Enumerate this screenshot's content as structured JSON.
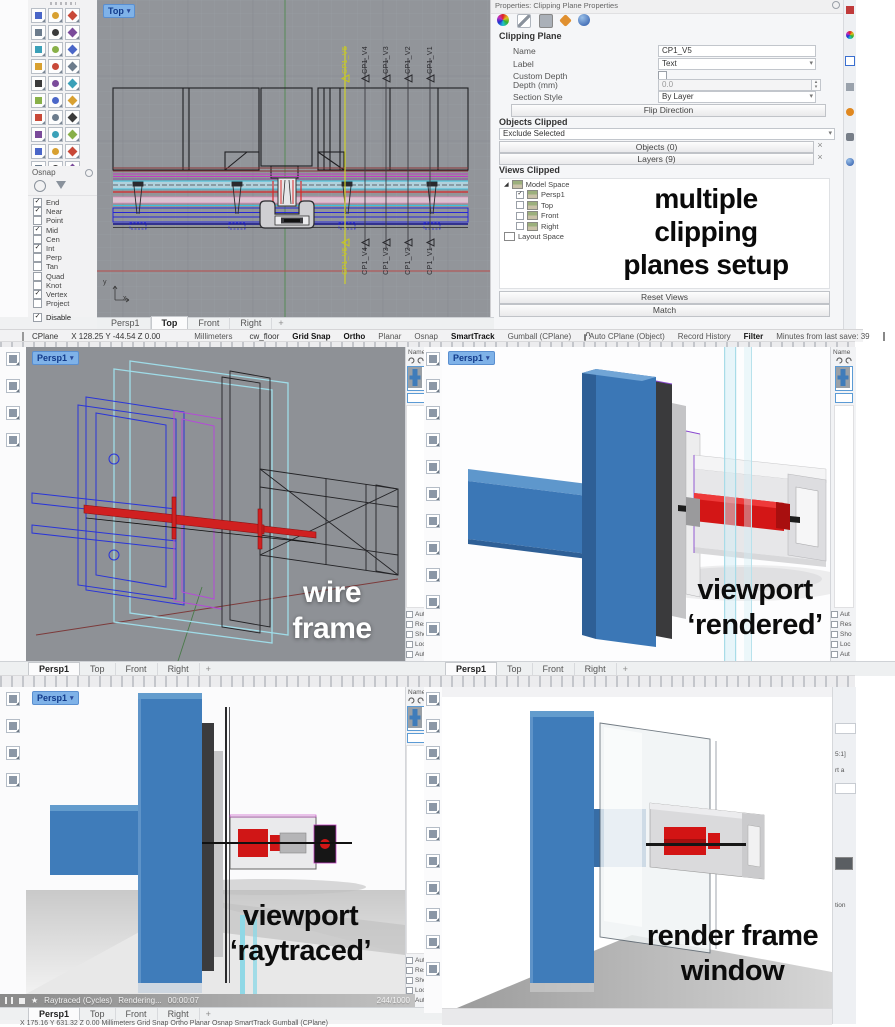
{
  "top_window": {
    "viewport_label": "Top",
    "osnap": {
      "title": "Osnap",
      "items": [
        {
          "label": "End",
          "checked": true
        },
        {
          "label": "Near",
          "checked": true
        },
        {
          "label": "Point",
          "checked": false
        },
        {
          "label": "Mid",
          "checked": true
        },
        {
          "label": "Cen",
          "checked": false
        },
        {
          "label": "Int",
          "checked": true
        },
        {
          "label": "Perp",
          "checked": false
        },
        {
          "label": "Tan",
          "checked": false
        },
        {
          "label": "Quad",
          "checked": false
        },
        {
          "label": "Knot",
          "checked": false
        },
        {
          "label": "Vertex",
          "checked": true
        },
        {
          "label": "Project",
          "checked": false
        }
      ],
      "disable": {
        "label": "Disable",
        "checked": true
      }
    },
    "axis": {
      "x": "x",
      "y": "y"
    },
    "clip_flags": [
      "CP1_V5",
      "CP1_V4",
      "CP1_V3",
      "CP1_V2",
      "CP1_V1"
    ],
    "properties": {
      "title": "Properties: Clipping Plane Properties",
      "sections": {
        "clipping_plane": "Clipping Plane",
        "objects_clipped": "Objects Clipped",
        "views_clipped": "Views Clipped"
      },
      "rows": [
        {
          "label": "Name",
          "value": "CP1_V5"
        },
        {
          "label": "Label",
          "value": "Text"
        },
        {
          "label": "Custom Depth",
          "value": ""
        },
        {
          "label": "Depth (mm)",
          "value": "0.0"
        },
        {
          "label": "Section Style",
          "value": "By Layer"
        }
      ],
      "flip_button": "Flip Direction",
      "exclude_select": "Exclude Selected",
      "objects_button": "Objects (0)",
      "layers_button": "Layers (9)",
      "views_tree": [
        {
          "label": "Model Space",
          "level": 0,
          "type": "root"
        },
        {
          "label": "Persp1",
          "level": 1,
          "type": "view",
          "checked": true
        },
        {
          "label": "Top",
          "level": 1,
          "type": "view",
          "checked": false
        },
        {
          "label": "Front",
          "level": 1,
          "type": "view",
          "checked": false
        },
        {
          "label": "Right",
          "level": 1,
          "type": "view",
          "checked": false
        },
        {
          "label": "Layout Space",
          "level": 0,
          "type": "layout"
        }
      ],
      "reset_button": "Reset Views",
      "match_button": "Match"
    },
    "annotation_lines": [
      "multiple",
      "clipping",
      "planes setup"
    ],
    "tabs": {
      "items": [
        "Persp1",
        "Top",
        "Front",
        "Right"
      ],
      "active": "Top"
    },
    "status": {
      "cplane": "CPlane",
      "coords": "X 128.25 Y -44.54 Z 0.00",
      "units": "Millimeters",
      "layer": "cw_floor",
      "toggles": [
        {
          "label": "Grid Snap",
          "bold": true
        },
        {
          "label": "Ortho",
          "bold": true
        },
        {
          "label": "Planar",
          "bold": false
        },
        {
          "label": "Osnap",
          "bold": false
        },
        {
          "label": "SmartTrack",
          "bold": true
        },
        {
          "label": "Gumball (CPlane)",
          "bold": false
        },
        {
          "label": "Auto CPlane (Object)",
          "bold": false
        },
        {
          "label": "Record History",
          "bold": false
        },
        {
          "label": "Filter",
          "bold": true
        },
        {
          "label": "Minutes from last save: 39",
          "bold": false
        }
      ]
    }
  },
  "mid_left": {
    "viewport_label": "Persp1",
    "caption": [
      "wire",
      "frame"
    ],
    "tabs": {
      "items": [
        "Persp1",
        "Top",
        "Front",
        "Right"
      ],
      "active": "Persp1"
    }
  },
  "mid_right": {
    "viewport_label": "Persp1",
    "caption": [
      "viewport",
      "‘rendered’"
    ],
    "tabs": {
      "items": [
        "Persp1",
        "Top",
        "Front",
        "Right"
      ],
      "active": "Persp1"
    }
  },
  "bottom_left": {
    "viewport_label": "Persp1",
    "caption": [
      "viewport",
      "‘raytraced’"
    ],
    "render_bar": {
      "engine": "Raytraced (Cycles)",
      "state": "Rendering...",
      "time": "00:00:07",
      "progress": "244/1000"
    },
    "tabs": {
      "items": [
        "Persp1",
        "Top",
        "Front",
        "Right"
      ],
      "active": "Persp1"
    },
    "partial_status": "X 175.16 Y 631.32 Z 0.00      Millimeters        Grid Snap   Ortho   Planar   Osnap   SmartTrack   Gumball (CPlane)"
  },
  "bottom_right": {
    "caption": [
      "render frame",
      "window"
    ],
    "side_fragments": [
      "5:1]",
      "rt a",
      "tion"
    ]
  },
  "named_view_panel": {
    "title": "Name",
    "checkbox_fragments": [
      "Aut",
      "Res",
      "Sho",
      "Loc",
      "Aut"
    ]
  }
}
